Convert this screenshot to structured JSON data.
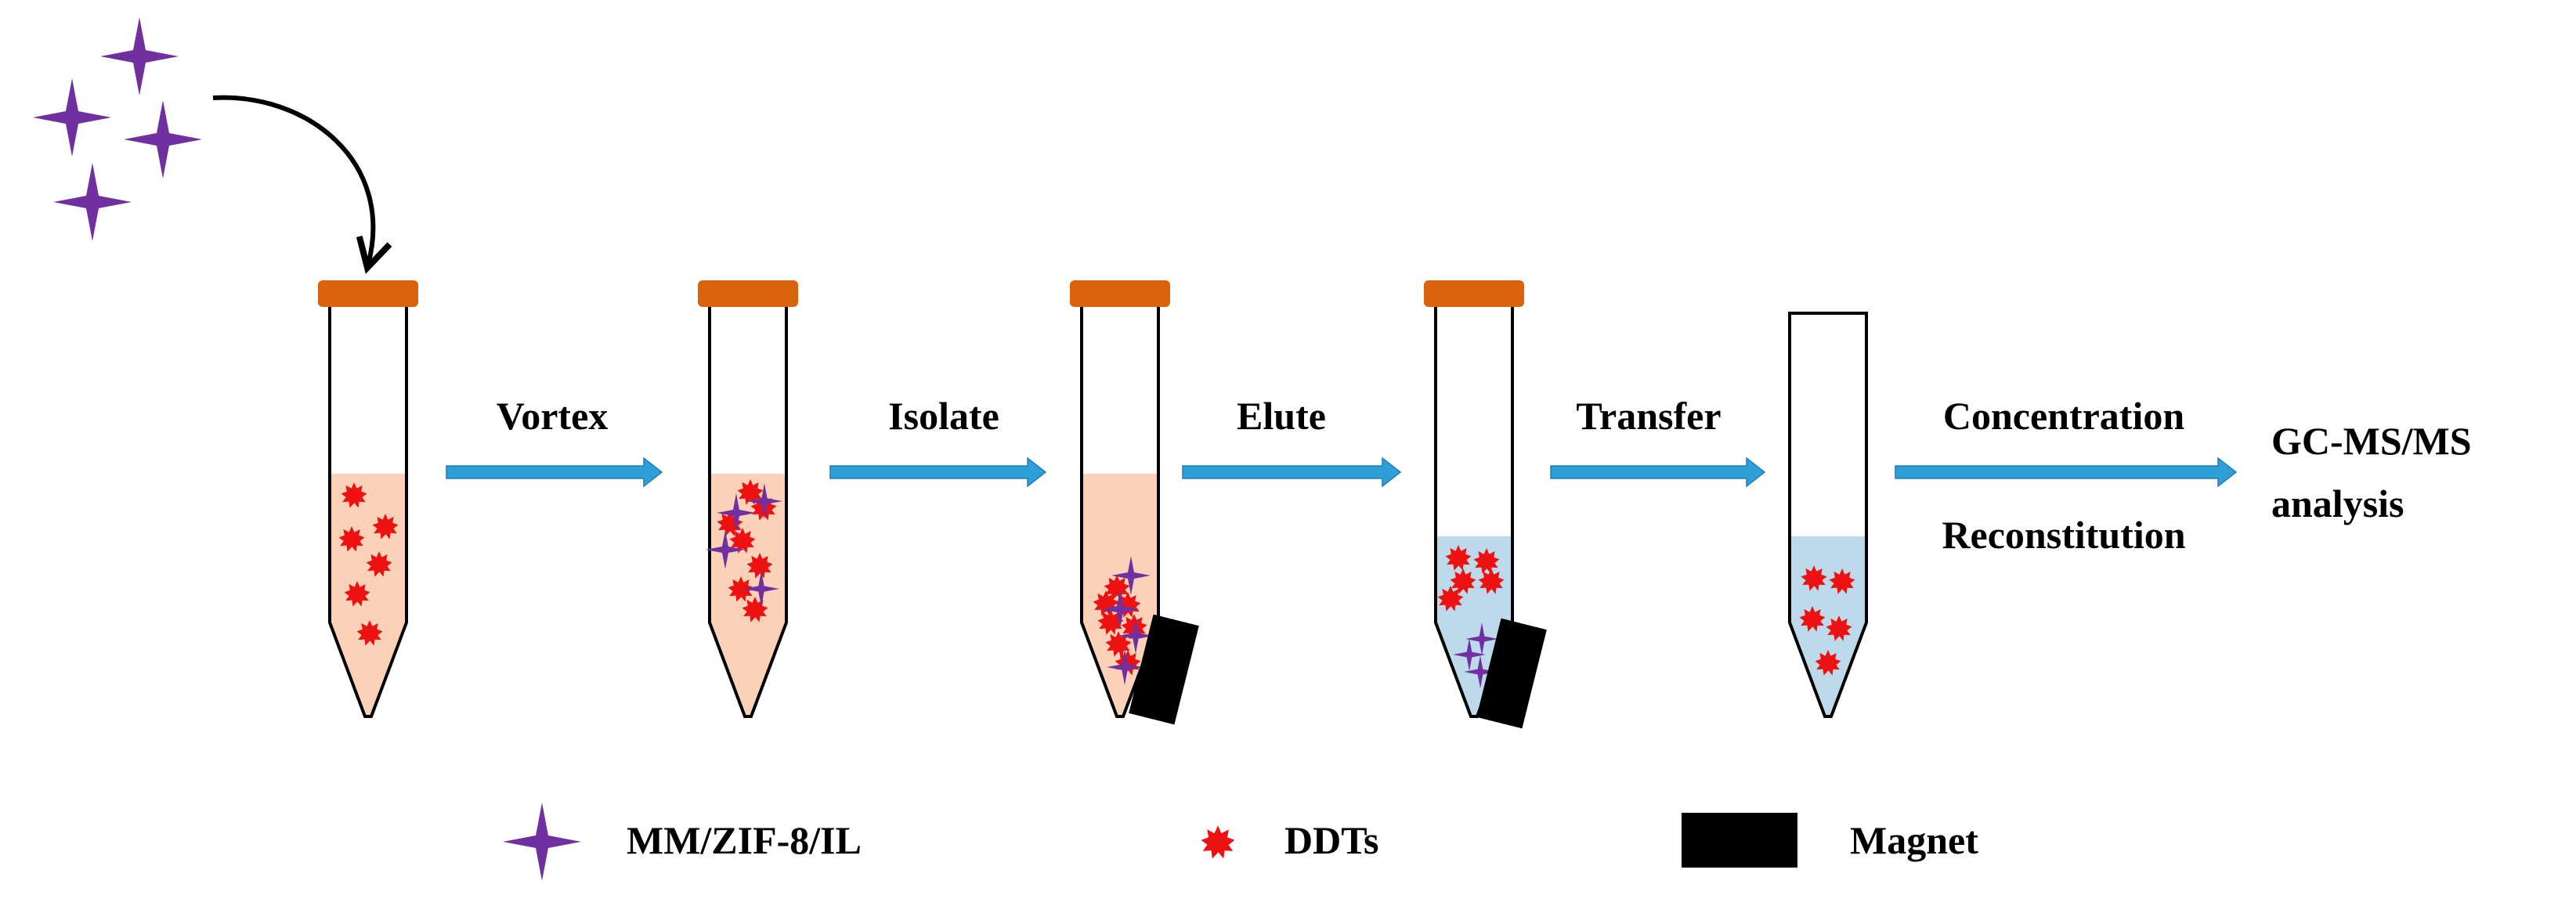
{
  "steps": [
    {
      "label": "Vortex"
    },
    {
      "label": "Isolate"
    },
    {
      "label": "Elute"
    },
    {
      "label": "Transfer"
    },
    {
      "label_top": "Concentration",
      "label_bottom": "Reconstitution"
    }
  ],
  "final": {
    "line1": "GC-MS/MS",
    "line2": "analysis"
  },
  "legend": {
    "adsorbent": "MM/ZIF-8/IL",
    "analyte": "DDTs",
    "magnet": "Magnet"
  },
  "colors": {
    "adsorbent": "#7030a0",
    "analyte": "#ee1111",
    "magnet": "#000000",
    "cap": "#d9620c",
    "sample_solution": "#fbd2b8",
    "eluent": "#bcdaeb",
    "arrow": "#2e9fd8"
  },
  "icons": {
    "adsorbent": "four-point-star-icon",
    "analyte": "starburst-icon",
    "magnet": "black-rectangle-icon",
    "cap": "tube-cap-icon"
  }
}
